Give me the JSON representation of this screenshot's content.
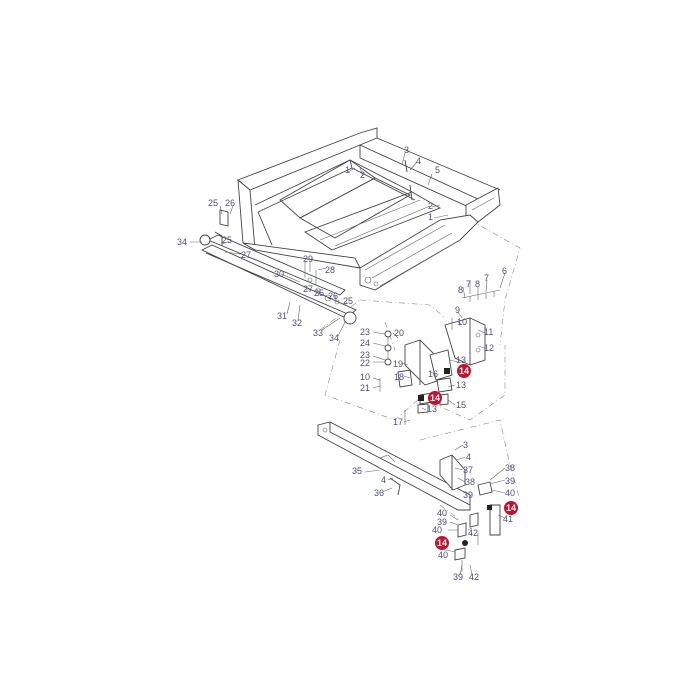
{
  "diagram": {
    "labels": [
      {
        "id": "l1",
        "text": "3"
      },
      {
        "id": "l2",
        "text": "4"
      },
      {
        "id": "l3",
        "text": "1"
      },
      {
        "id": "l4",
        "text": "2"
      },
      {
        "id": "l5",
        "text": "5"
      },
      {
        "id": "l6",
        "text": "2"
      },
      {
        "id": "l7",
        "text": "1"
      },
      {
        "id": "l8",
        "text": "25"
      },
      {
        "id": "l9",
        "text": "26"
      },
      {
        "id": "l10",
        "text": "34"
      },
      {
        "id": "l11",
        "text": "25"
      },
      {
        "id": "l12",
        "text": "27"
      },
      {
        "id": "l13",
        "text": "30"
      },
      {
        "id": "l14",
        "text": "29"
      },
      {
        "id": "l15",
        "text": "28"
      },
      {
        "id": "l16",
        "text": "27"
      },
      {
        "id": "l17",
        "text": "25"
      },
      {
        "id": "l18",
        "text": "26"
      },
      {
        "id": "l19",
        "text": "25"
      },
      {
        "id": "l20",
        "text": "31"
      },
      {
        "id": "l21",
        "text": "32"
      },
      {
        "id": "l22",
        "text": "33"
      },
      {
        "id": "l23",
        "text": "34"
      },
      {
        "id": "l24",
        "text": "8"
      },
      {
        "id": "l25",
        "text": "7"
      },
      {
        "id": "l26",
        "text": "8"
      },
      {
        "id": "l27",
        "text": "7"
      },
      {
        "id": "l28",
        "text": "6"
      },
      {
        "id": "l29",
        "text": "9"
      },
      {
        "id": "l30",
        "text": "10"
      },
      {
        "id": "l31",
        "text": "11"
      },
      {
        "id": "l32",
        "text": "12"
      },
      {
        "id": "l33",
        "text": "23"
      },
      {
        "id": "l34",
        "text": "20"
      },
      {
        "id": "l35",
        "text": "24"
      },
      {
        "id": "l36",
        "text": "23"
      },
      {
        "id": "l37",
        "text": "22"
      },
      {
        "id": "l38",
        "text": "19"
      },
      {
        "id": "l39",
        "text": "16"
      },
      {
        "id": "l40",
        "text": "13"
      },
      {
        "id": "l41",
        "text": "18"
      },
      {
        "id": "l42",
        "text": "10"
      },
      {
        "id": "l43",
        "text": "21"
      },
      {
        "id": "l44",
        "text": "13"
      },
      {
        "id": "l45",
        "text": "15"
      },
      {
        "id": "l46",
        "text": "13"
      },
      {
        "id": "l47",
        "text": "17"
      },
      {
        "id": "l48",
        "text": "3"
      },
      {
        "id": "l49",
        "text": "4"
      },
      {
        "id": "l50",
        "text": "37"
      },
      {
        "id": "l51",
        "text": "38"
      },
      {
        "id": "l52",
        "text": "35"
      },
      {
        "id": "l53",
        "text": "38"
      },
      {
        "id": "l54",
        "text": "39"
      },
      {
        "id": "l55",
        "text": "4"
      },
      {
        "id": "l56",
        "text": "36"
      },
      {
        "id": "l57",
        "text": "39"
      },
      {
        "id": "l58",
        "text": "40"
      },
      {
        "id": "l59",
        "text": "40"
      },
      {
        "id": "l60",
        "text": "41"
      },
      {
        "id": "l61",
        "text": "39"
      },
      {
        "id": "l62",
        "text": "40"
      },
      {
        "id": "l63",
        "text": "42"
      },
      {
        "id": "l64",
        "text": "40"
      },
      {
        "id": "l65",
        "text": "39"
      },
      {
        "id": "l66",
        "text": "42"
      }
    ],
    "highlights": [
      {
        "id": "h1",
        "text": "14"
      },
      {
        "id": "h2",
        "text": "14"
      },
      {
        "id": "h3",
        "text": "14"
      },
      {
        "id": "h4",
        "text": "14"
      }
    ],
    "colors": {
      "label": "#4b4f8a",
      "highlight": "#c8102e",
      "line": "#444444"
    }
  }
}
